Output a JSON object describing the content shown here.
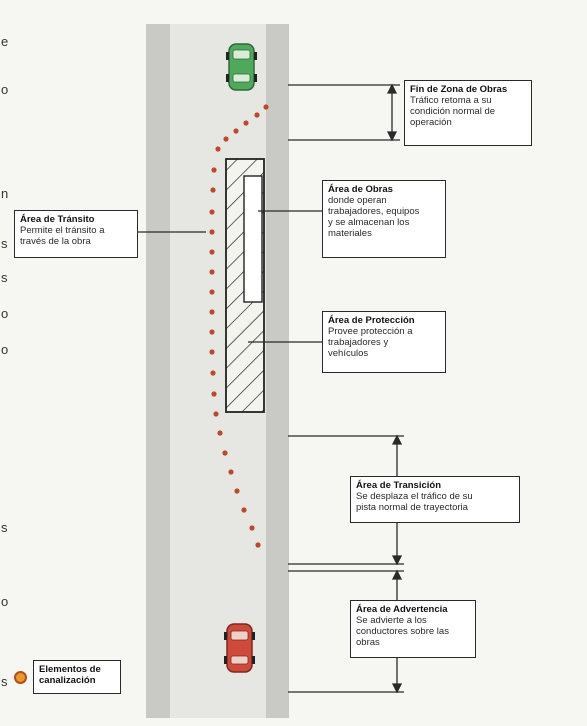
{
  "colors": {
    "road": "#d6d6d2",
    "lane": "#e4e4e0",
    "curb": "#c7c7c3",
    "cone": "#b94a2a",
    "green_car": "#4fa85c",
    "red_car": "#cf4a3a",
    "line": "#2a2a2a"
  },
  "edge_letters": [
    "e",
    "o",
    "n",
    "s",
    "s",
    "o",
    "o",
    "s",
    "o",
    "s"
  ],
  "labels": {
    "fin_zona": {
      "title": "Fin de Zona de Obras",
      "desc": "Tráfico retoma a su\ncondición normal de\noperación"
    },
    "area_obras": {
      "title": "Área de Obras",
      "desc": "donde operan\ntrabajadores, equipos\ny se almacenan los\nmateriales"
    },
    "area_transito": {
      "title": "Área de Tránsito",
      "desc": "Permite el tránsito a\ntravés de la obra"
    },
    "area_proteccion": {
      "title": "Área de Protección",
      "desc": "Provee protección a\ntrabajadores y\nvehículos"
    },
    "area_transicion": {
      "title": "Área de Transición",
      "desc": "Se desplaza el tráfico de su\npista normal de trayectoria"
    },
    "area_advertencia": {
      "title": "Área de Advertencia",
      "desc": "Se advierte a los\nconductores sobre las\nobras"
    }
  },
  "legend": {
    "label": "Elementos de\ncanalización"
  },
  "icons": {
    "cone": "traffic-cone-icon",
    "car_top": "green-car-icon",
    "car_bottom": "red-car-icon"
  }
}
